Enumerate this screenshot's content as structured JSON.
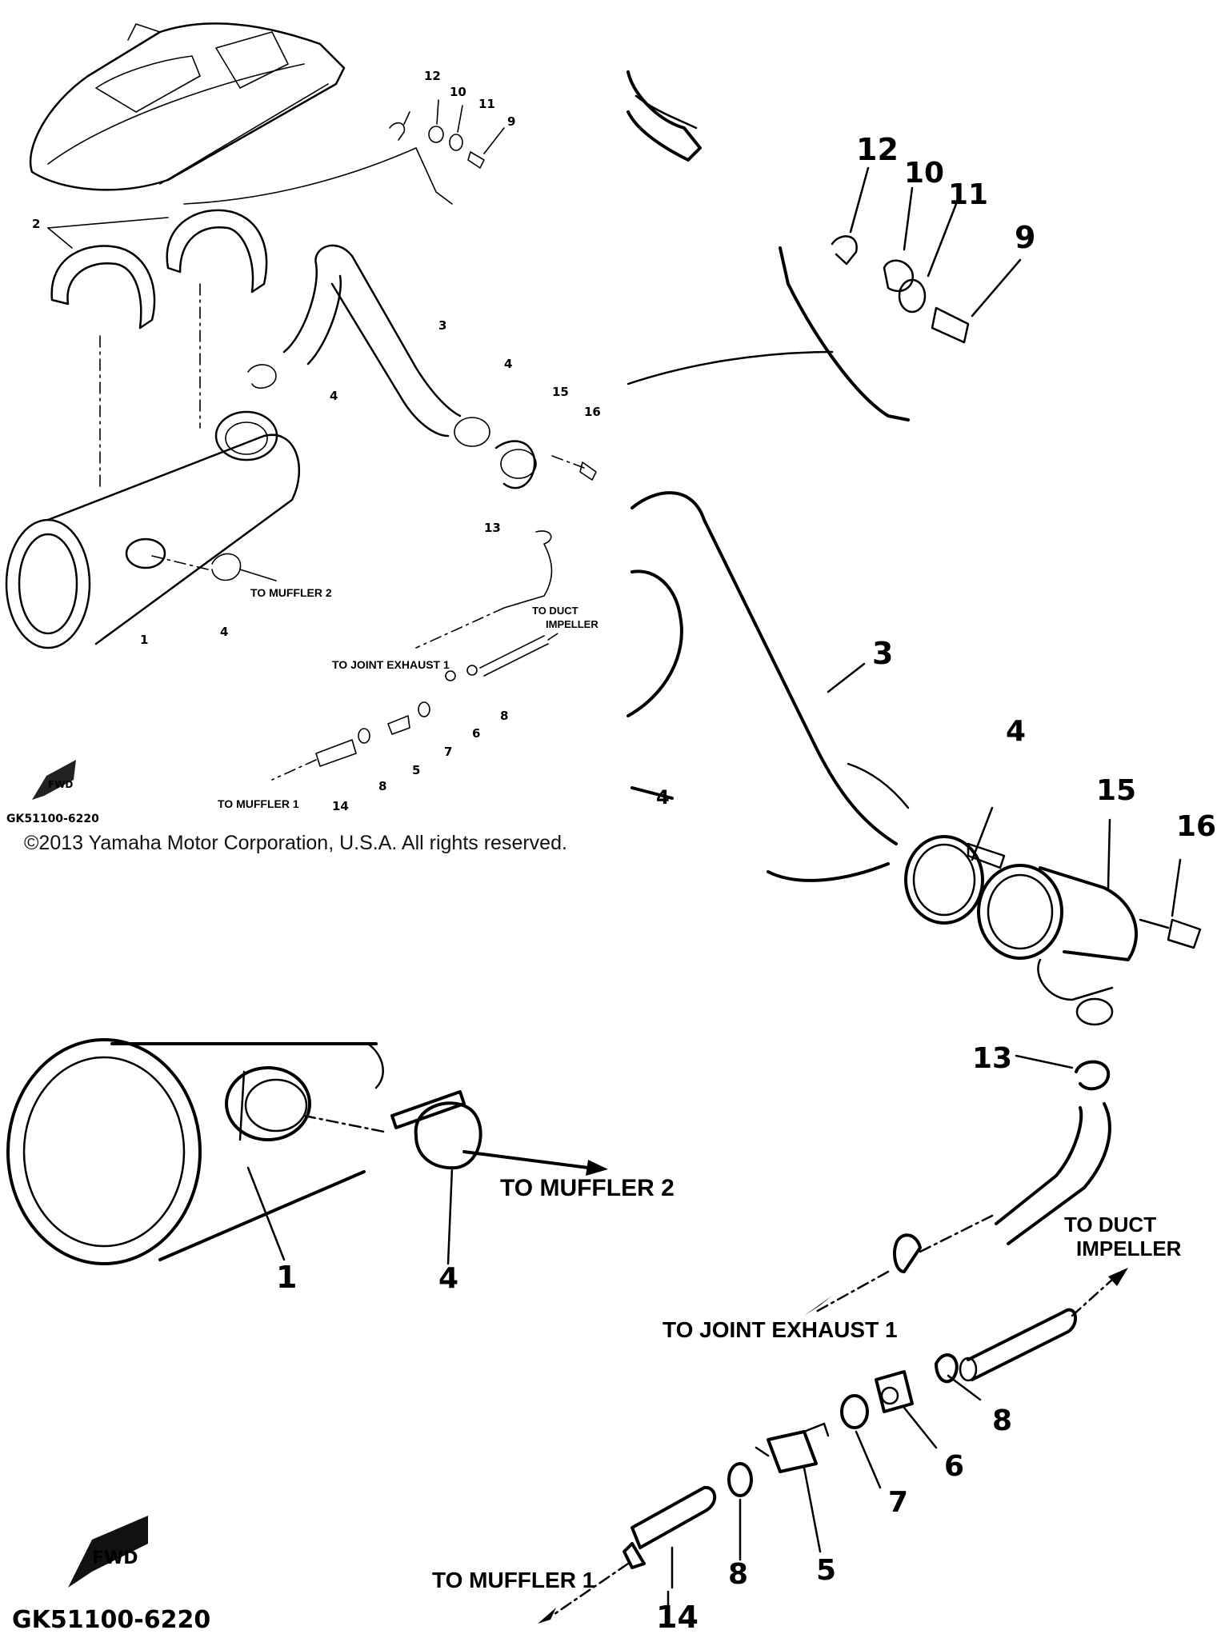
{
  "copyright": "©2013 Yamaha Motor Corporation, U.S.A. All rights reserved.",
  "diagram_code": "GK51100-6220",
  "fwd_label": "FWD",
  "part_numbers": [
    "1",
    "2",
    "3",
    "4",
    "5",
    "6",
    "7",
    "8",
    "9",
    "10",
    "11",
    "12",
    "13",
    "14",
    "15",
    "16"
  ],
  "callouts": {
    "to_muffler_2": "TO MUFFLER 2",
    "to_muffler_1": "TO MUFFLER 1",
    "to_joint_exhaust_1": "TO JOINT EXHAUST 1",
    "to_duct": "TO DUCT",
    "impeller": "IMPELLER"
  },
  "small": {
    "n12": "12",
    "n10": "10",
    "n11": "11",
    "n9": "9",
    "n2": "2",
    "n3": "3",
    "n4a": "4",
    "n4b": "4",
    "n4c": "4",
    "n15": "15",
    "n16": "16",
    "n13": "13",
    "n1": "1",
    "n8a": "8",
    "n8b": "8",
    "n7": "7",
    "n6": "6",
    "n5": "5",
    "n14": "14"
  },
  "large": {
    "n12": "12",
    "n10": "10",
    "n11": "11",
    "n9": "9",
    "n3": "3",
    "n4a": "4",
    "n4b": "4",
    "n15": "15",
    "n16": "16",
    "n13": "13",
    "n1": "1",
    "n8a": "8",
    "n8b": "8",
    "n7": "7",
    "n6": "6",
    "n5": "5",
    "n14": "14"
  }
}
